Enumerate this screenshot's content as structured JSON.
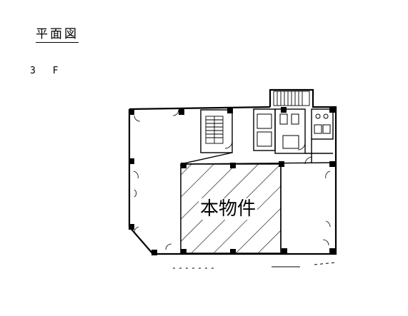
{
  "title": "平面図",
  "floor_label": "3 F",
  "subject_label": "本物件"
}
